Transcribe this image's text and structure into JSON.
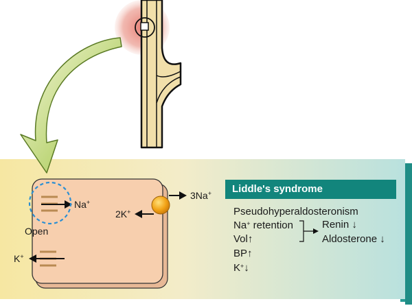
{
  "channel_label": "Open",
  "na_in_label": {
    "base": "Na",
    "sup": "+"
  },
  "k_out_label": {
    "base": "K",
    "sup": "+"
  },
  "pump_out_label": {
    "base": "3Na",
    "sup": "+"
  },
  "pump_in_label": {
    "base": "2K",
    "sup": "+"
  },
  "info": {
    "title": "Liddle's syndrome",
    "line1": "Pseudohyperaldosteronism",
    "line2": {
      "base": "Na",
      "sup": "+",
      "rest": " retention"
    },
    "line3": {
      "base": "Vol",
      "arrow": "↑"
    },
    "line4": {
      "base": "BP",
      "arrow": "↑"
    },
    "line5": {
      "base": "K",
      "sup": "+",
      "arrow": "↓"
    },
    "renin": "Renin ↓",
    "aldosterone": "Aldosterone ↓"
  },
  "colors": {
    "cell_fill": "#f7cfae",
    "tubule_fill": "#f1dfaa",
    "pump": "#f2a316",
    "teal": "#12857c",
    "focus_ring": "#2b8fd3",
    "callout_arrow": "#9bc23d"
  }
}
